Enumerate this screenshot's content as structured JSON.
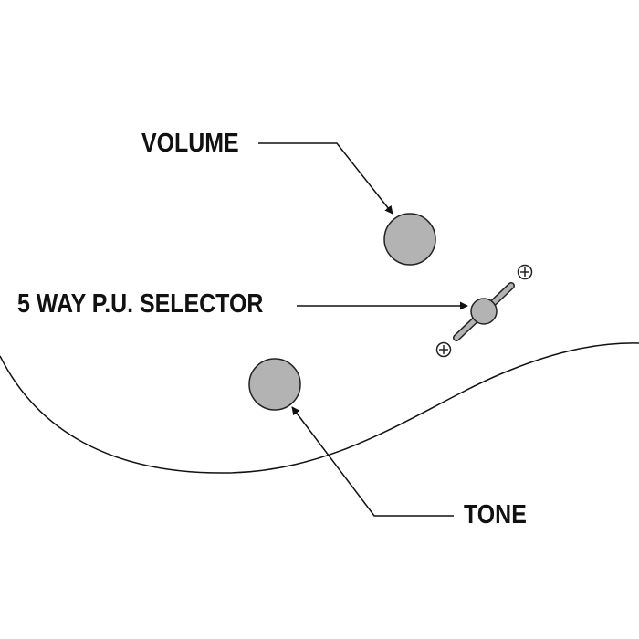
{
  "labels": {
    "volume": "VOLUME",
    "selector": "5 WAY P.U. SELECTOR",
    "tone": "TONE"
  },
  "colors": {
    "line": "#111111",
    "knob_fill": "#b3b3b3",
    "knob_stroke": "#222222",
    "background": "#ffffff"
  },
  "icons": {
    "screws": "plus-screw-icon",
    "arrow_heads": "arrowhead-icon"
  }
}
